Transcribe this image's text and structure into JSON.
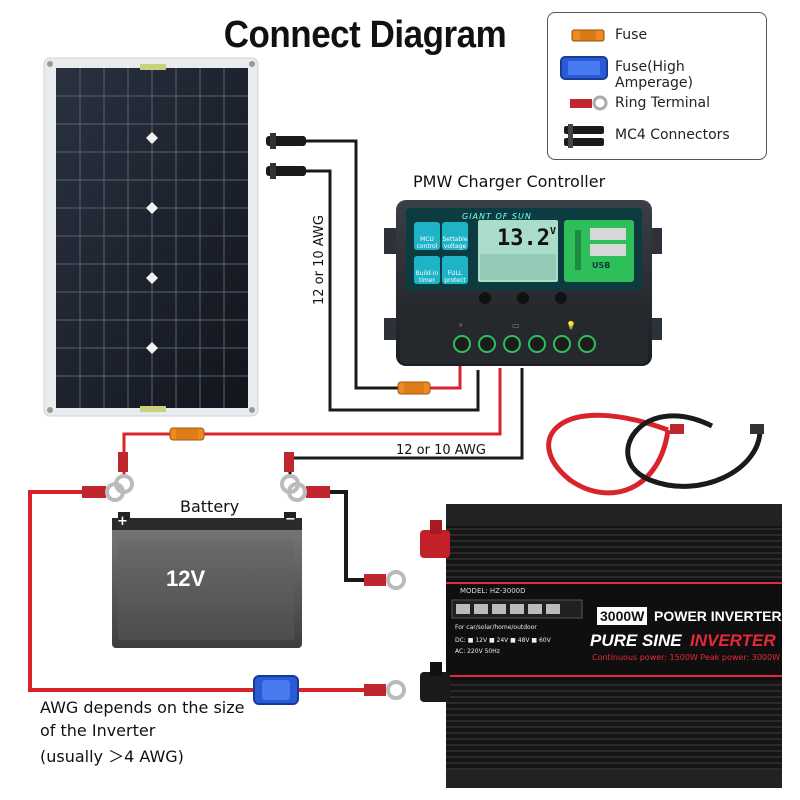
{
  "title": "Connect Diagram",
  "legend": {
    "items": [
      {
        "label": "Fuse",
        "icon": "fuse-icon",
        "color": "#f08a1c"
      },
      {
        "label": "Fuse(High Amperage)",
        "icon": "high-amperage-fuse-icon",
        "color": "#2a5bd7"
      },
      {
        "label": "Ring Terminal",
        "icon": "ring-terminal-icon",
        "color": "#c0262e"
      },
      {
        "label": "MC4 Connectors",
        "icon": "mc4-connector-icon",
        "color": "#1b1b1b"
      }
    ]
  },
  "components": {
    "controller": {
      "title": "PMW Charger Controller",
      "brand": "GIANT OF SUN",
      "voltage": "13.2",
      "voltage_unit": "V",
      "usb_label": "USB",
      "panel_labels": [
        "MCU control",
        "Settable voltage",
        "Build-in timer",
        "FULL protect"
      ]
    },
    "battery": {
      "title": "Battery",
      "voltage": "12V",
      "pos": "+",
      "neg": "−"
    },
    "inverter": {
      "model": "MODEL: HZ-3000D",
      "watt": "3000W",
      "power": "POWER INVERTER",
      "pure": "PURE SINE",
      "inverter": "INVERTER",
      "spec": "Continuous power: 1500W  Peak power: 3000W",
      "use": "For car/solar/home/outdoor",
      "dc": "DC: ■ 12V ■ 24V ■ 48V ■ 60V",
      "ac": "AC: 220V 50Hz"
    }
  },
  "wire_labels": {
    "vertical": "12 or 10 AWG",
    "horizontal": "12 or 10 AWG"
  },
  "note": {
    "line1": "AWG depends on the size",
    "line2": "of the Inverter",
    "line3": "(usually ＞4 AWG)"
  },
  "colors": {
    "red_wire": "#d8232a",
    "black_wire": "#1a1a1a",
    "fuse_orange": "#f08a1c",
    "fuse_blue": "#2a5bd7",
    "panel": "#1f2633",
    "controller_green": "#2fbf5a"
  }
}
